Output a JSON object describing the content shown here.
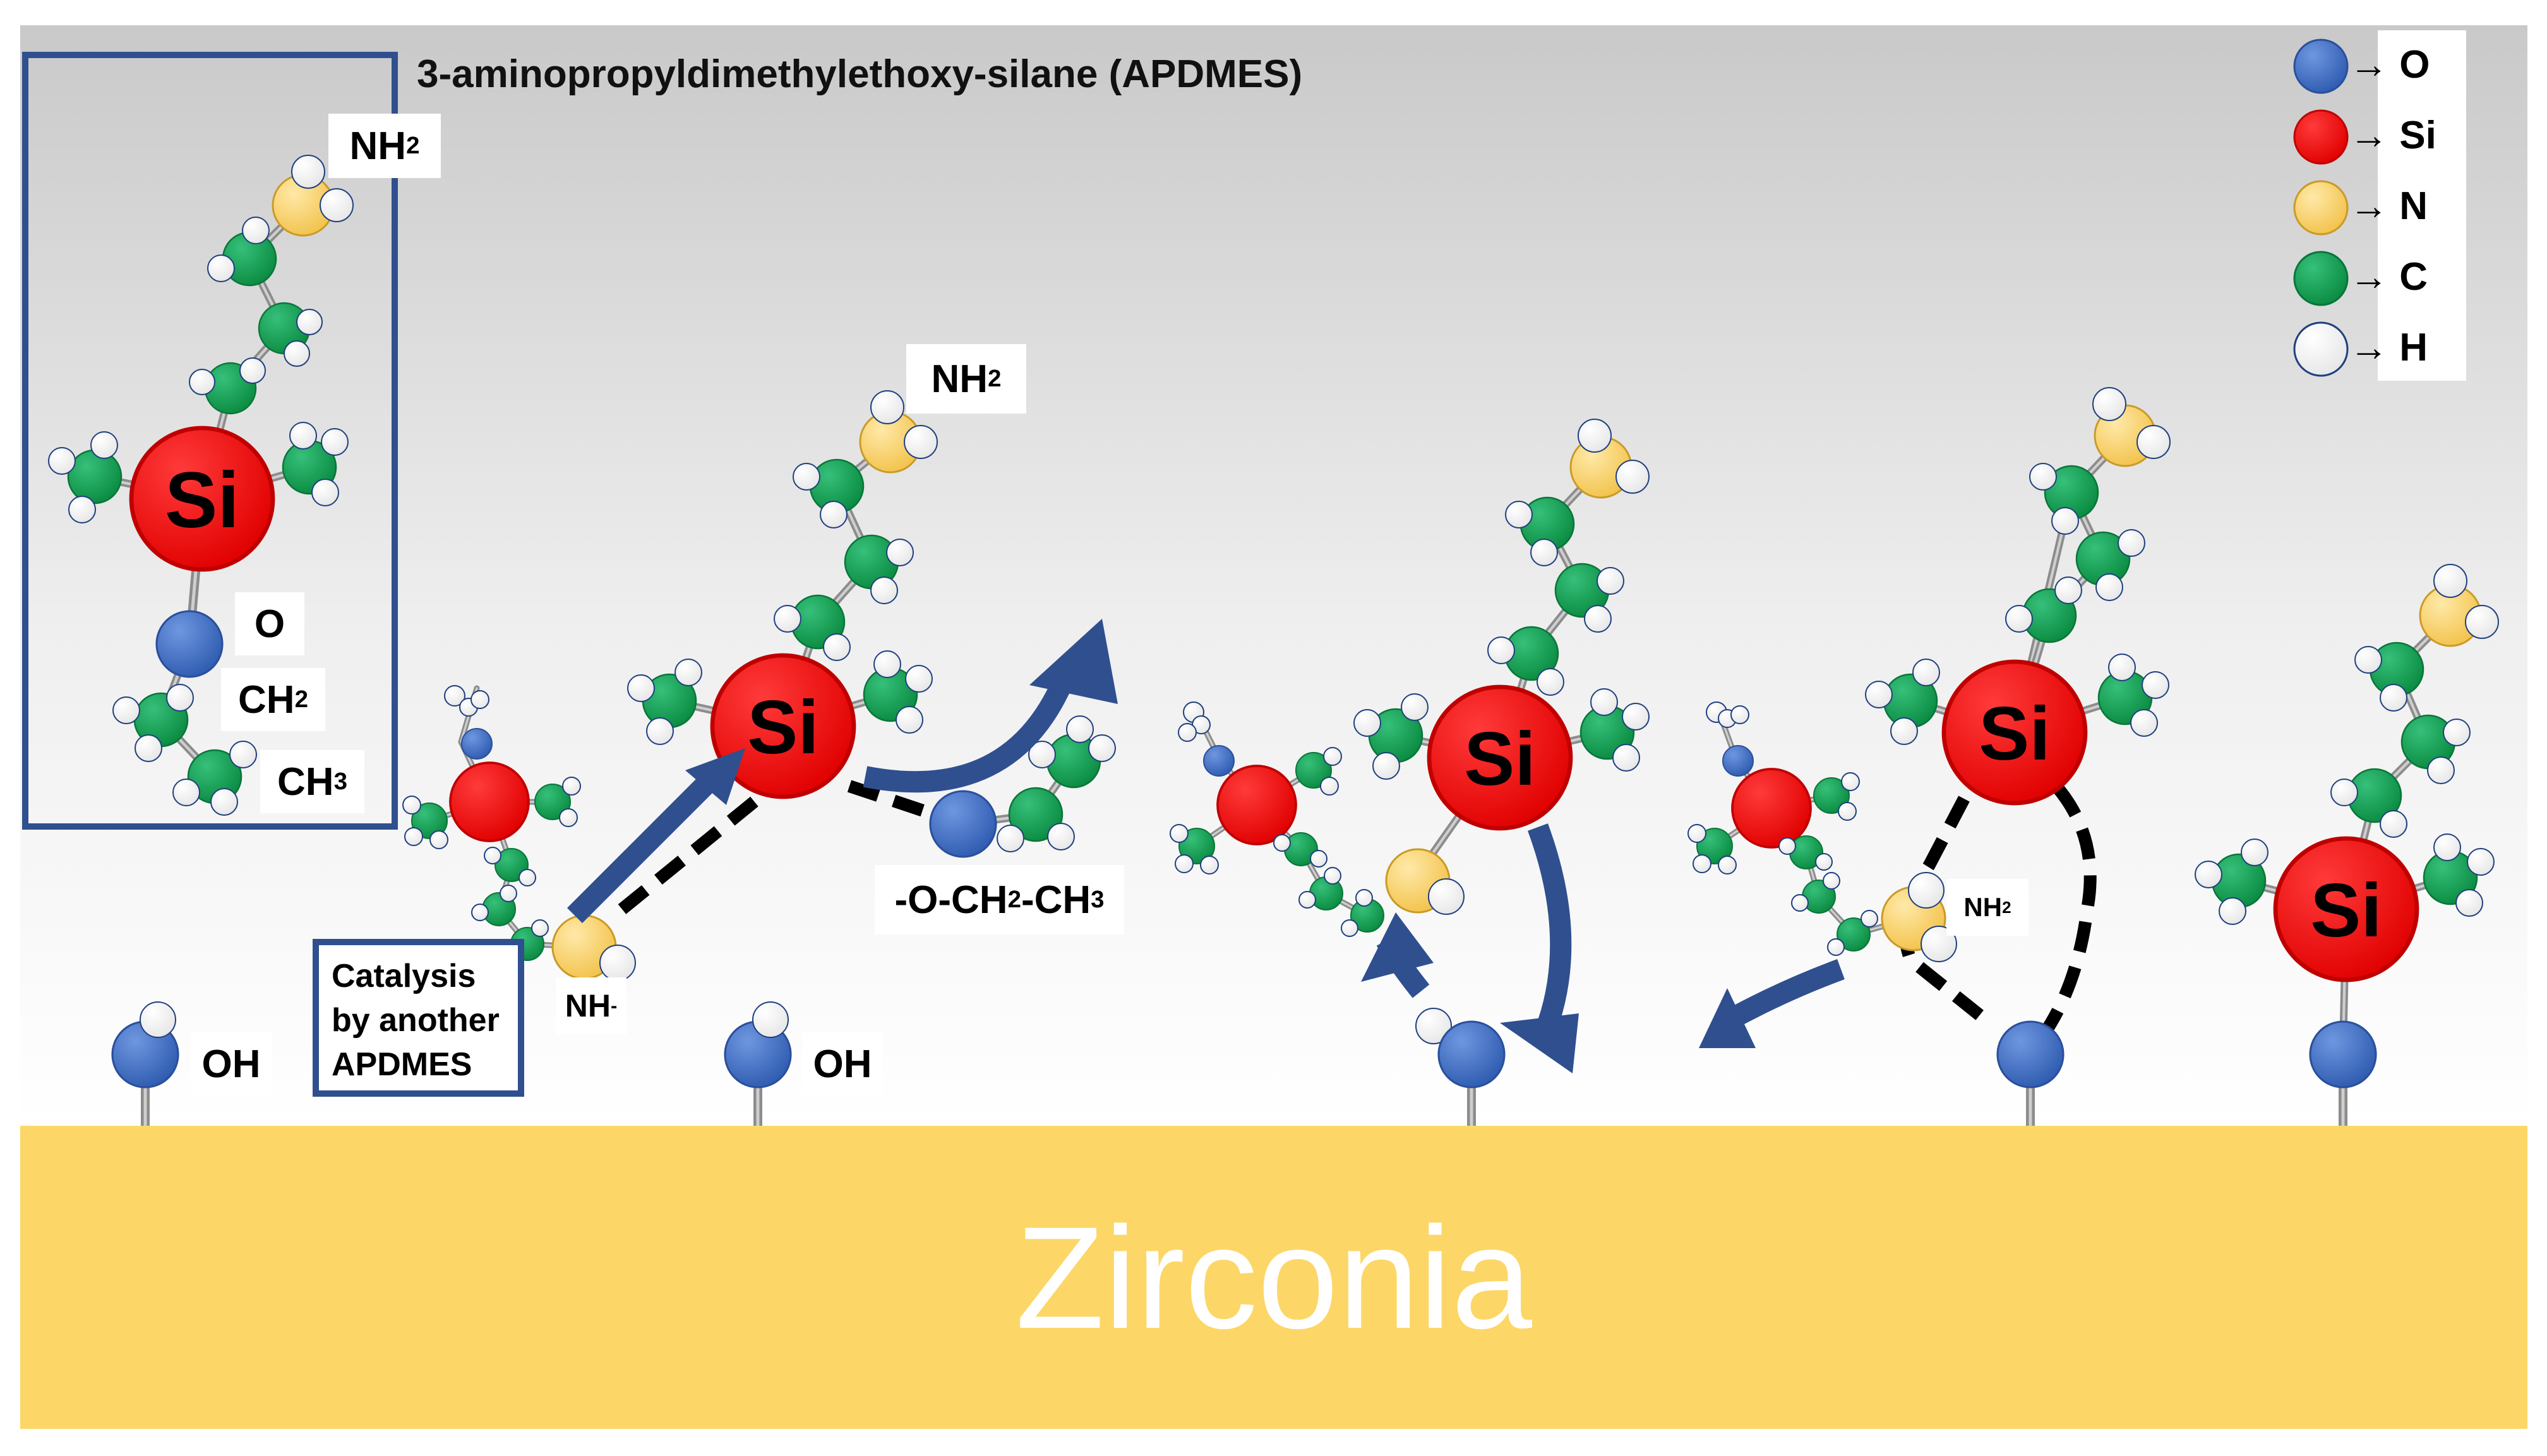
{
  "title": "3-aminopropyldimethylethoxy-silane (APDMES)",
  "substrate": "Zirconia",
  "inset": {
    "nh2_base": "NH",
    "nh2_sub": "2",
    "o": "O",
    "ch2_base": "CH",
    "ch2_sub": "2",
    "ch3_base": "CH",
    "ch3_sub": "3"
  },
  "si_label": "Si",
  "labels": {
    "nh2_top_base": "NH",
    "nh2_top_sub": "2",
    "nh_minus_base": "NH",
    "nh_minus_sup": "-",
    "ethoxy_a": "-O-CH",
    "ethoxy_sub1": "2",
    "ethoxy_b": "-CH",
    "ethoxy_sub2": "3",
    "oh": "OH",
    "nh2_small_base": "NH",
    "nh2_small_sub": "2"
  },
  "catalysis": "Catalysis\nby another\nAPDMES",
  "legend": [
    {
      "element": "O",
      "color": "#3f6fc6"
    },
    {
      "element": "Si",
      "color": "#f00000"
    },
    {
      "element": "N",
      "color": "#fbd56e"
    },
    {
      "element": "C",
      "color": "#10a050"
    },
    {
      "element": "H",
      "color": "#ffffff"
    }
  ],
  "colors": {
    "oxygen": "#3f6fc6",
    "silicon": "#f00000",
    "nitrogen": "#fbd56e",
    "carbon": "#10a050",
    "hydrogen": "#ffffff",
    "arrow": "#2f4f8f",
    "frame": "#2f4f8f",
    "zirconia": "#fcd768"
  },
  "arrow_symbol": "→"
}
